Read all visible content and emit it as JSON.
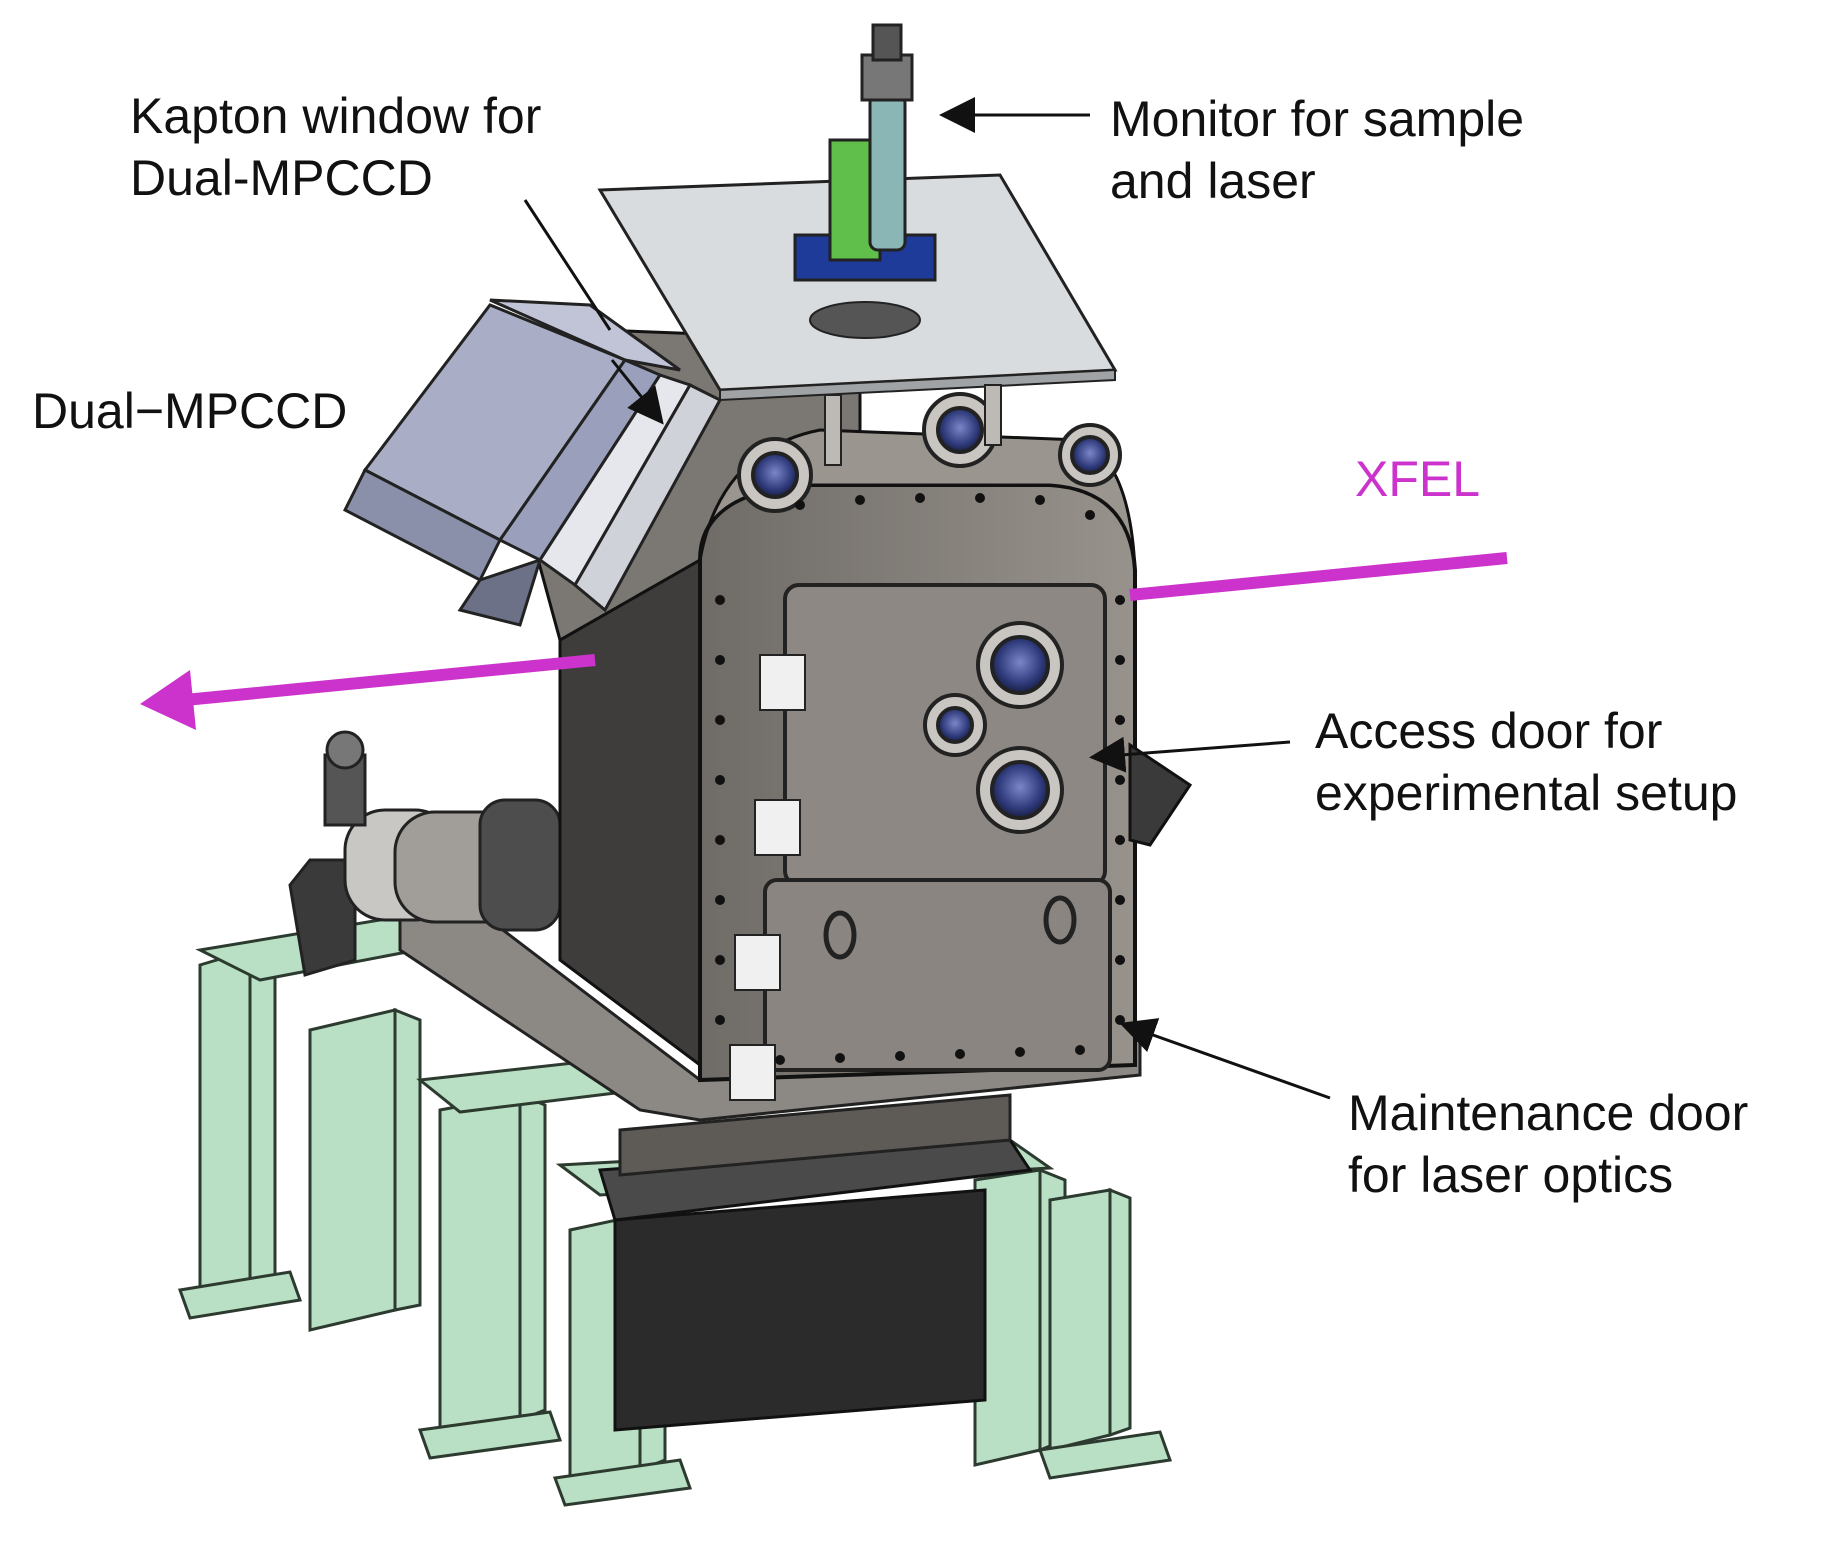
{
  "labels": {
    "kapton": [
      "Kapton window for",
      "Dual-MPCCD"
    ],
    "dual_mpccd": "Dual−MPCCD",
    "monitor": [
      "Monitor for sample",
      "and laser"
    ],
    "xfel": "XFEL",
    "access_door": [
      "Access door for",
      "experimental setup"
    ],
    "maintenance_door": [
      "Maintenance door",
      "for laser optics"
    ]
  },
  "colors": {
    "beam": "#cc33cc",
    "steel": "#8a8580",
    "steel_dark": "#5c5955",
    "frame_green": "#b9e0c4",
    "detector": "#a9aec6",
    "plate": "#d9dcde",
    "window": "#2e3a7a"
  }
}
